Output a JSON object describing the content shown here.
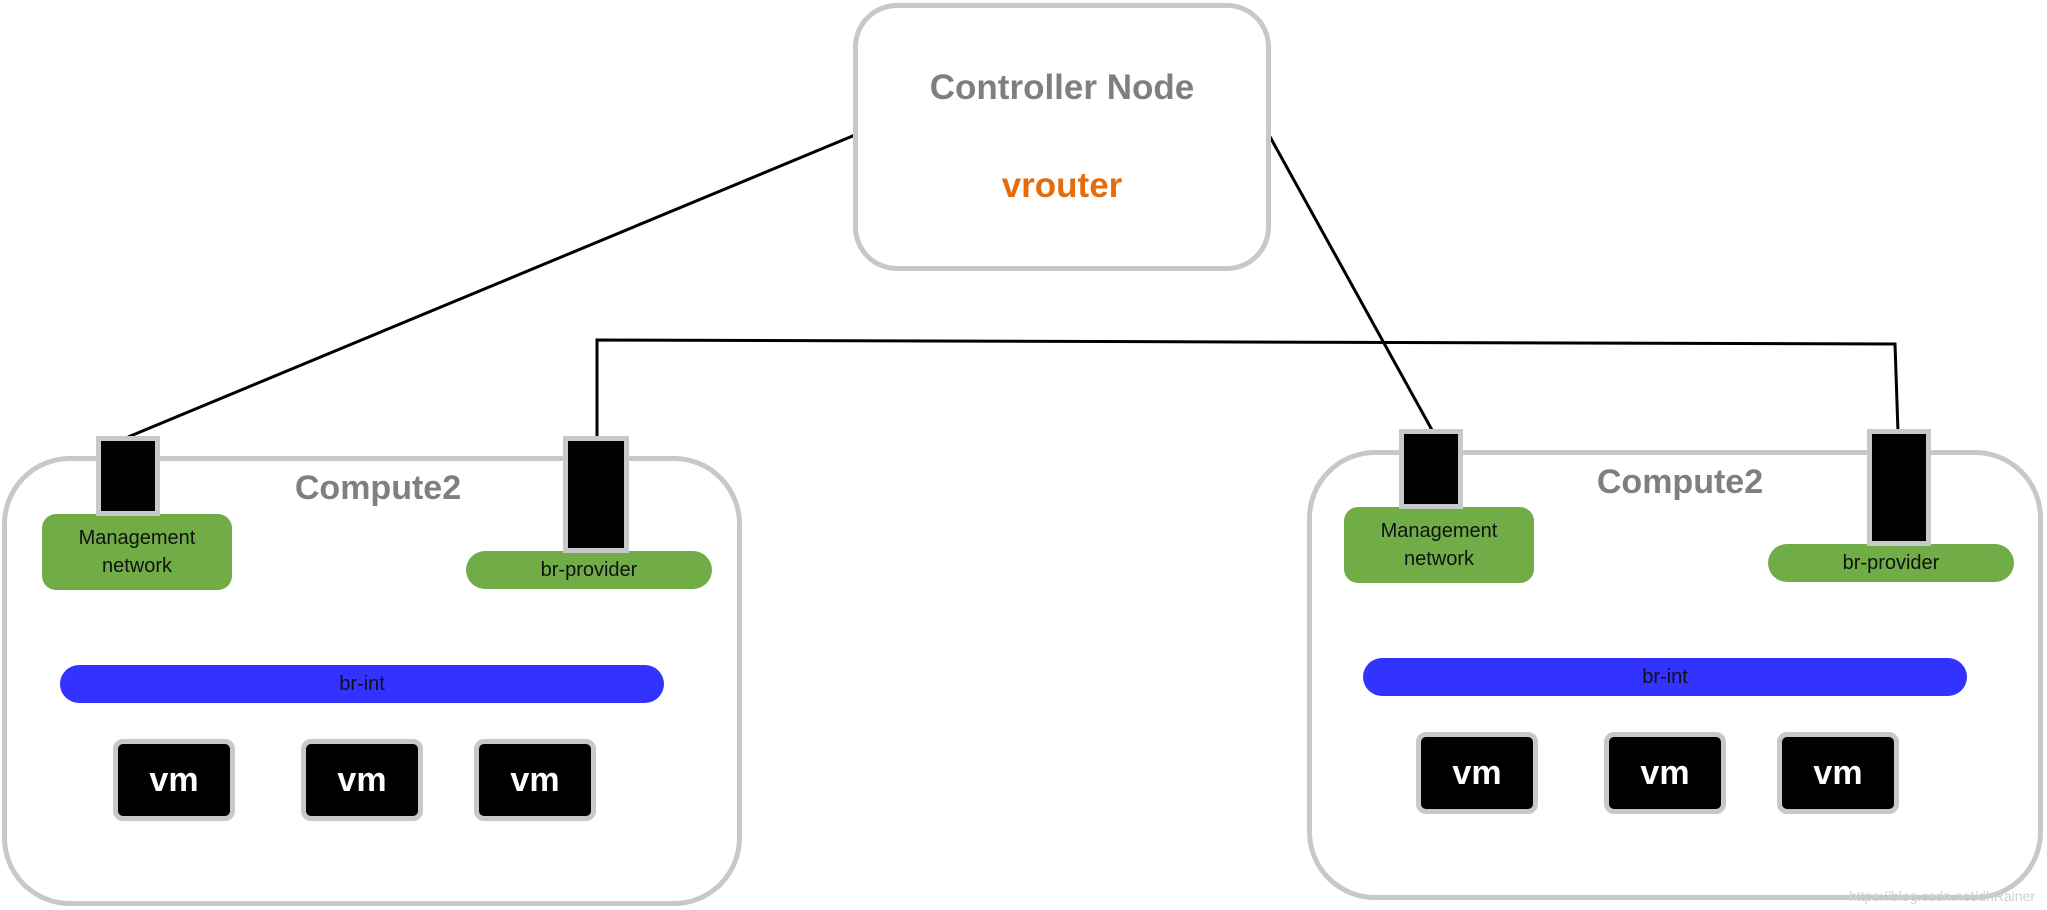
{
  "controller": {
    "title": "Controller Node",
    "subtitle": "vrouter"
  },
  "computes": [
    {
      "title": "Compute2",
      "management_label": "Management\nnetwork",
      "provider_label": "br-provider",
      "int_label": "br-int",
      "vms": [
        "vm",
        "vm",
        "vm"
      ]
    },
    {
      "title": "Compute2",
      "management_label": "Management\nnetwork",
      "provider_label": "br-provider",
      "int_label": "br-int",
      "vms": [
        "vm",
        "vm",
        "vm"
      ]
    }
  ],
  "watermark": "https://blog.csdn.net/dhRainer",
  "colors": {
    "box_border": "#c8c8c8",
    "network_green": "#70ad47",
    "bridge_blue": "#3333ff",
    "accent_orange": "#e46c0a",
    "title_gray": "#7f7f7f"
  }
}
